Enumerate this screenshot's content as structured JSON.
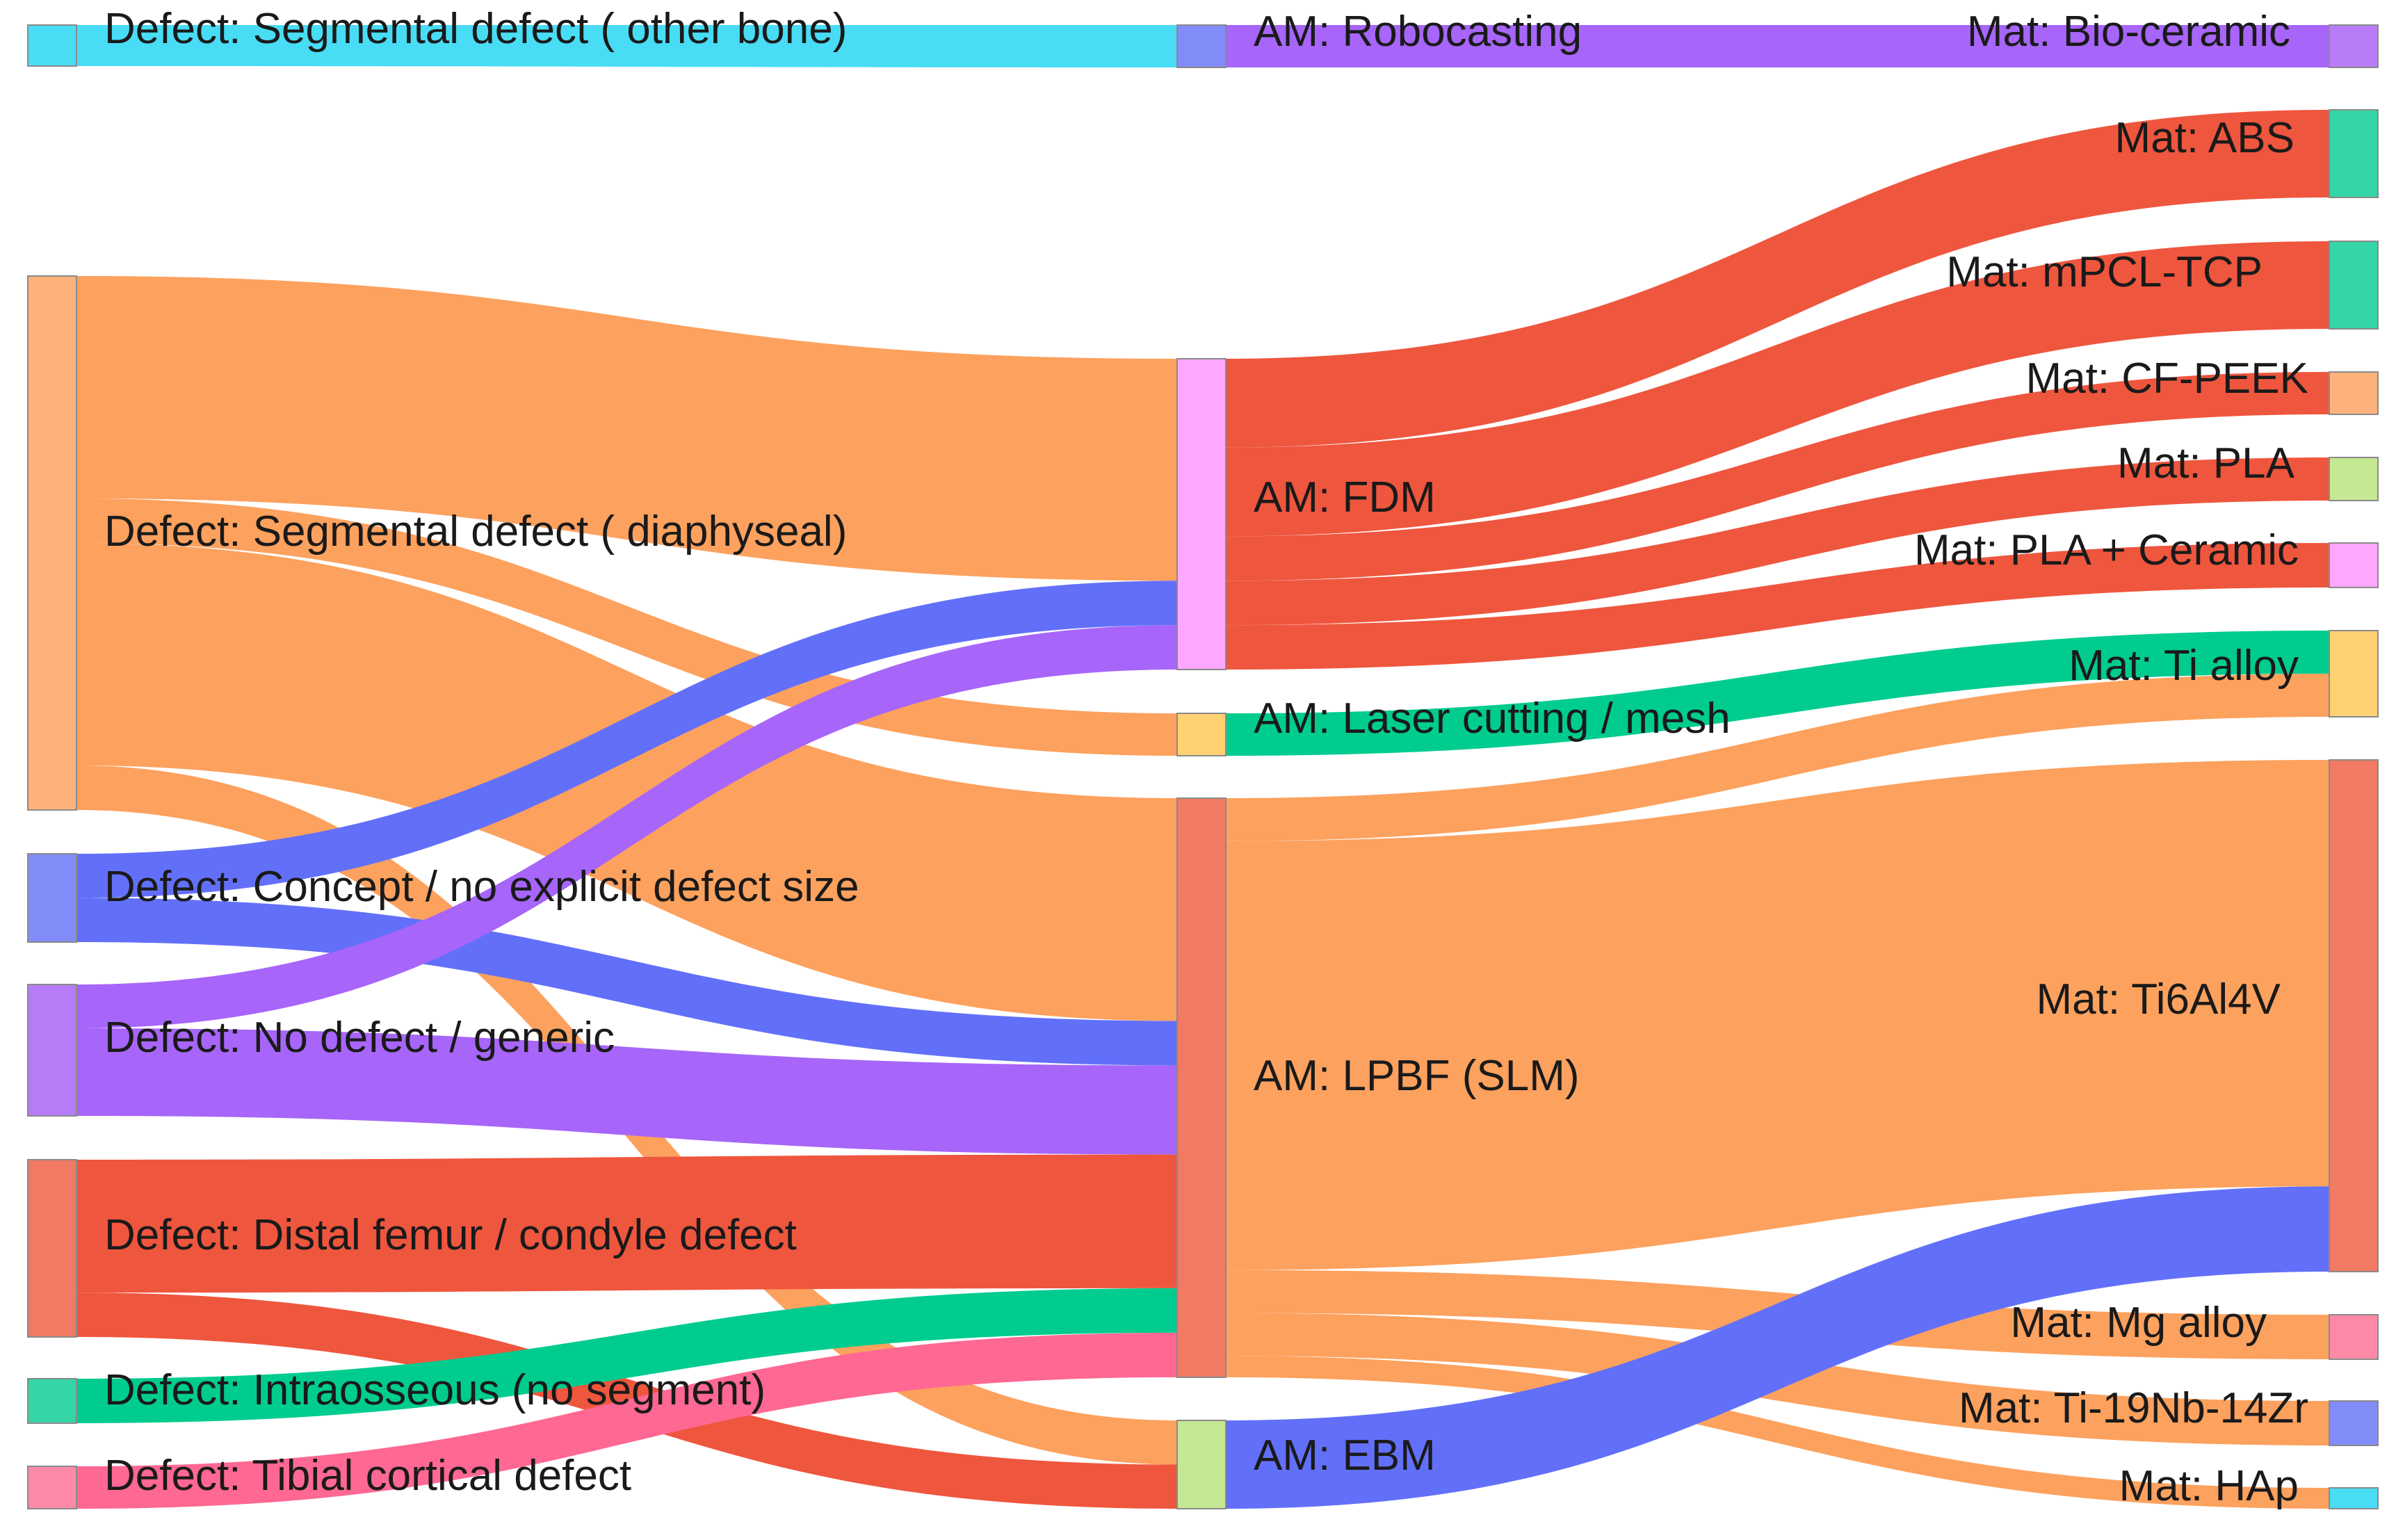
{
  "colors": {
    "cyan": "#48DCF5",
    "peach": "#FDB27C",
    "periwinkle": "#818CF8",
    "lavender": "#B77BF8",
    "salmon": "#F07A63",
    "teal": "#34D5A6",
    "pink": "#FE89A7",
    "fdm_pink": "#FDA7FF",
    "yellow": "#FED273",
    "lime": "#C5E893",
    "link_orange": "#FDA15E",
    "link_red": "#EF563E",
    "link_blue": "#6270F9",
    "link_purple": "#A765F9",
    "link_green": "#00CC8F",
    "link_pink": "#FE6892"
  },
  "nodes": {
    "d_other_bone": {
      "label": "Defect: Segmental defect ( other bone)",
      "color": "cyan"
    },
    "d_diaphyseal": {
      "label": "Defect: Segmental defect ( diaphyseal)",
      "color": "peach"
    },
    "d_concept": {
      "label": "Defect: Concept / no explicit defect size",
      "color": "periwinkle"
    },
    "d_nodefect": {
      "label": "Defect: No defect / generic",
      "color": "lavender"
    },
    "d_femur": {
      "label": "Defect: Distal femur / condyle defect",
      "color": "salmon"
    },
    "d_intra": {
      "label": "Defect: Intraosseous (no segment)",
      "color": "teal"
    },
    "d_tibial": {
      "label": "Defect: Tibial cortical defect",
      "color": "pink"
    },
    "am_robo": {
      "label": "AM: Robocasting",
      "color": "periwinkle"
    },
    "am_fdm": {
      "label": "AM: FDM",
      "color": "fdm_pink"
    },
    "am_laser": {
      "label": "AM: Laser cutting / mesh",
      "color": "yellow"
    },
    "am_lpbf": {
      "label": "AM: LPBF (SLM)",
      "color": "salmon"
    },
    "am_ebm": {
      "label": "AM: EBM",
      "color": "lime"
    },
    "m_bioceramic": {
      "label": "Mat: Bio-ceramic",
      "color": "lavender"
    },
    "m_abs": {
      "label": "Mat: ABS",
      "color": "teal"
    },
    "m_mpcl": {
      "label": "Mat: mPCL-TCP",
      "color": "teal"
    },
    "m_cfpeek": {
      "label": "Mat: CF-PEEK",
      "color": "peach"
    },
    "m_pla": {
      "label": "Mat: PLA",
      "color": "lime"
    },
    "m_placeramic": {
      "label": "Mat: PLA + Ceramic",
      "color": "fdm_pink"
    },
    "m_tialloy": {
      "label": "Mat: Ti alloy",
      "color": "yellow"
    },
    "m_ti6al4v": {
      "label": "Mat: Ti6Al4V",
      "color": "salmon"
    },
    "m_mgalloy": {
      "label": "Mat: Mg alloy",
      "color": "pink"
    },
    "m_tinbzr": {
      "label": "Mat: Ti-19Nb-14Zr",
      "color": "periwinkle"
    },
    "m_hap": {
      "label": "Mat: HAp",
      "color": "cyan"
    }
  },
  "links": [
    {
      "source": "d_other_bone",
      "target": "am_robo",
      "value": 1,
      "color": "cyan"
    },
    {
      "source": "d_diaphyseal",
      "target": "am_fdm",
      "value": 5,
      "color": "link_orange"
    },
    {
      "source": "d_diaphyseal",
      "target": "am_laser",
      "value": 1,
      "color": "link_orange"
    },
    {
      "source": "d_diaphyseal",
      "target": "am_lpbf",
      "value": 5,
      "color": "link_orange"
    },
    {
      "source": "d_diaphyseal",
      "target": "am_ebm",
      "value": 1,
      "color": "link_orange"
    },
    {
      "source": "d_concept",
      "target": "am_fdm",
      "value": 1,
      "color": "link_blue"
    },
    {
      "source": "d_concept",
      "target": "am_lpbf",
      "value": 1,
      "color": "link_blue"
    },
    {
      "source": "d_nodefect",
      "target": "am_fdm",
      "value": 1,
      "color": "link_purple"
    },
    {
      "source": "d_nodefect",
      "target": "am_lpbf",
      "value": 2,
      "color": "link_purple"
    },
    {
      "source": "d_femur",
      "target": "am_lpbf",
      "value": 3,
      "color": "link_red"
    },
    {
      "source": "d_femur",
      "target": "am_ebm",
      "value": 1,
      "color": "link_red"
    },
    {
      "source": "d_intra",
      "target": "am_lpbf",
      "value": 1,
      "color": "link_green"
    },
    {
      "source": "d_tibial",
      "target": "am_lpbf",
      "value": 1,
      "color": "link_pink"
    },
    {
      "source": "am_robo",
      "target": "m_bioceramic",
      "value": 1,
      "color": "link_purple"
    },
    {
      "source": "am_fdm",
      "target": "m_abs",
      "value": 2,
      "color": "link_red"
    },
    {
      "source": "am_fdm",
      "target": "m_mpcl",
      "value": 2,
      "color": "link_red"
    },
    {
      "source": "am_fdm",
      "target": "m_cfpeek",
      "value": 1,
      "color": "link_red"
    },
    {
      "source": "am_fdm",
      "target": "m_pla",
      "value": 1,
      "color": "link_red"
    },
    {
      "source": "am_fdm",
      "target": "m_placeramic",
      "value": 1,
      "color": "link_red"
    },
    {
      "source": "am_laser",
      "target": "m_tialloy",
      "value": 1,
      "color": "link_green"
    },
    {
      "source": "am_lpbf",
      "target": "m_tialloy",
      "value": 1,
      "color": "link_orange"
    },
    {
      "source": "am_lpbf",
      "target": "m_ti6al4v",
      "value": 10,
      "color": "link_orange"
    },
    {
      "source": "am_lpbf",
      "target": "m_mgalloy",
      "value": 1,
      "color": "link_orange"
    },
    {
      "source": "am_lpbf",
      "target": "m_tinbzr",
      "value": 1,
      "color": "link_orange"
    },
    {
      "source": "am_lpbf",
      "target": "m_hap",
      "value": 0.5,
      "color": "link_orange"
    },
    {
      "source": "am_ebm",
      "target": "m_ti6al4v",
      "value": 2,
      "color": "link_blue"
    }
  ]
}
